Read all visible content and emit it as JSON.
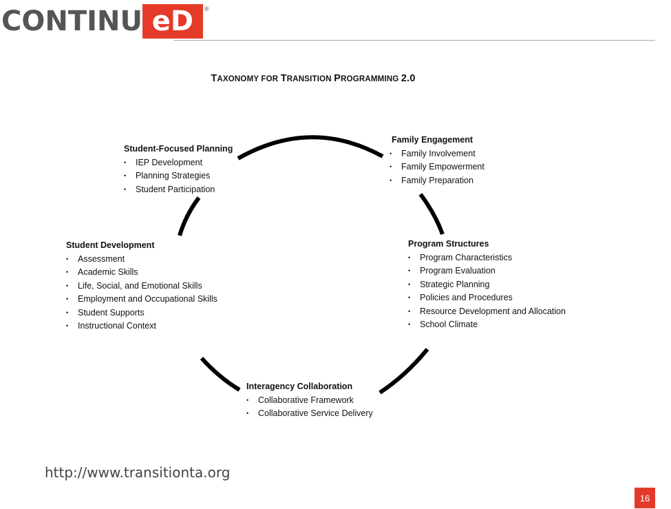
{
  "header": {
    "logo_text": "CONTINU",
    "logo_highlight": "eD",
    "logo_mark": "®"
  },
  "title": {
    "t1_big": "T",
    "t1_small": "AXONOMY FOR ",
    "t2_big": "T",
    "t2_small": "RANSITION ",
    "t3_big": "P",
    "t3_small": "ROGRAMMING ",
    "version": "2.0"
  },
  "groups": {
    "student_focused_planning": {
      "title": "Student-Focused Planning",
      "items": [
        "IEP Development",
        "Planning Strategies",
        "Student Participation"
      ]
    },
    "family_engagement": {
      "title": "Family Engagement",
      "items": [
        "Family Involvement",
        "Family Empowerment",
        "Family Preparation"
      ]
    },
    "student_development": {
      "title": "Student Development",
      "items": [
        "Assessment",
        "Academic Skills",
        "Life, Social, and Emotional Skills",
        "Employment and Occupational Skills",
        "Student Supports",
        "Instructional Context"
      ]
    },
    "program_structures": {
      "title": "Program Structures",
      "items": [
        "Program Characteristics",
        "Program Evaluation",
        "Strategic Planning",
        "Policies and Procedures",
        "Resource Development and Allocation",
        "School Climate"
      ]
    },
    "interagency_collaboration": {
      "title": "Interagency Collaboration",
      "items": [
        "Collaborative Framework",
        "Collaborative Service Delivery"
      ]
    }
  },
  "footer": {
    "url": "http://www.transitionta.org",
    "page_number": "16"
  },
  "colors": {
    "brand_red": "#e53a2a",
    "logo_gray": "#555555",
    "arc": "#000000"
  }
}
